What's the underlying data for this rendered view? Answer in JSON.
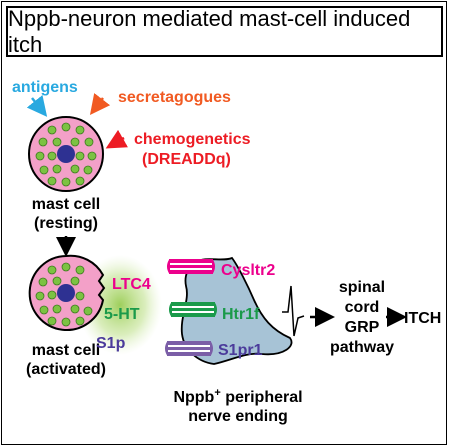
{
  "title": "Nppb-neuron mediated mast-cell induced itch",
  "stimuli": {
    "antigens": "antigens",
    "secretagogues": "secretagogues",
    "chemogenetics_line1": "chemogenetics",
    "chemogenetics_line2": "(DREADDq)"
  },
  "resting_cell": {
    "line1": "mast cell",
    "line2": "(resting)"
  },
  "activated_cell": {
    "line1": "mast cell",
    "line2": "(activated)"
  },
  "mediators": [
    "LTC4",
    "5-HT",
    "S1p"
  ],
  "receptors": [
    "Cysltr2",
    "Htr1f",
    "S1pr1"
  ],
  "nerve_label": {
    "line1_prefix": "Nppb",
    "superscript": "+",
    "line1_suffix": " peripheral",
    "line2": "nerve ending"
  },
  "pathway": [
    "spinal",
    "cord",
    "GRP",
    "pathway"
  ],
  "outcome": "ITCH",
  "colors": {
    "antigens": "#29a9e0",
    "secretagogues": "#f15a22",
    "chemogenetics": "#ed1c24",
    "ltc4": "#ec008c",
    "serotonin": "#1a9a4a",
    "s1p": "#4b3b9b",
    "cell_fill": "#f3a0c8",
    "nucleus": "#2e3192",
    "granule": "#7cc242",
    "nerve": "#a7c3d6"
  }
}
